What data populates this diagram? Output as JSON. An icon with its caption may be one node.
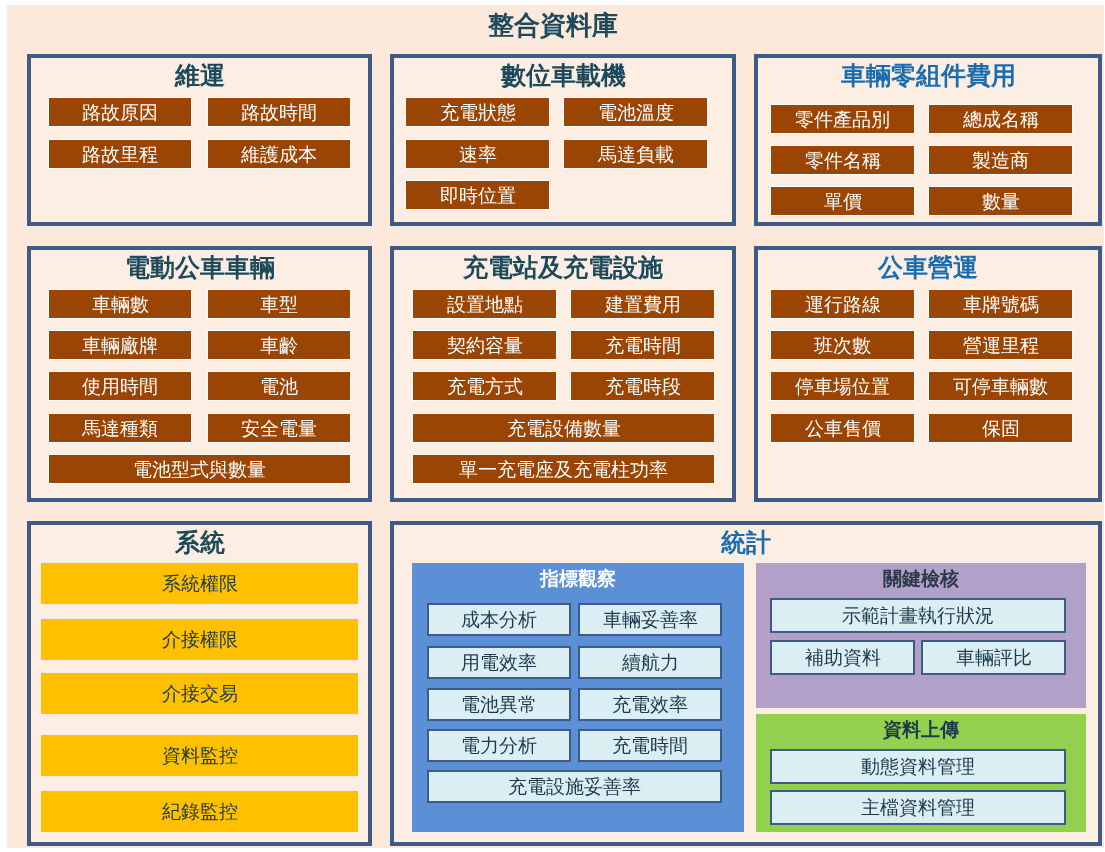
{
  "diagram": {
    "title": "整合資料庫",
    "nodes": [
      {
        "text": [
          "維運"
        ]
      },
      {
        "text": [
          "路故原因"
        ],
        "in": 0
      },
      {
        "text": [
          "路故時間"
        ],
        "in": 0
      },
      {
        "text": [
          "路故里程"
        ],
        "in": 0
      },
      {
        "text": [
          "維護成本"
        ],
        "in": 0
      },
      {
        "text": [
          "數位車載機"
        ]
      },
      {
        "text": [
          "充電狀態"
        ],
        "in": 5
      },
      {
        "text": [
          "電池溫度"
        ],
        "in": 5
      },
      {
        "text": [
          "速率"
        ],
        "in": 5
      },
      {
        "text": [
          "馬達負載"
        ],
        "in": 5
      },
      {
        "text": [
          "即時位置"
        ],
        "in": 5
      },
      {
        "text": [
          "車輛零組件費用"
        ]
      },
      {
        "text": [
          "零件產品別"
        ],
        "in": 11
      },
      {
        "text": [
          "總成名稱"
        ],
        "in": 11
      },
      {
        "text": [
          "零件名稱"
        ],
        "in": 11
      },
      {
        "text": [
          "製造商"
        ],
        "in": 11
      },
      {
        "text": [
          "單價"
        ],
        "in": 11
      },
      {
        "text": [
          "數量"
        ],
        "in": 11
      },
      {
        "text": [
          "電動公車車輛"
        ]
      },
      {
        "text": [
          "車輛數"
        ],
        "in": 18
      },
      {
        "text": [
          "車型"
        ],
        "in": 18
      },
      {
        "text": [
          "車輛廠牌"
        ],
        "in": 18
      },
      {
        "text": [
          "車齡"
        ],
        "in": 18
      },
      {
        "text": [
          "使用時間"
        ],
        "in": 18
      },
      {
        "text": [
          "電池"
        ],
        "in": 18
      },
      {
        "text": [
          "馬達種類"
        ],
        "in": 18
      },
      {
        "text": [
          "安全電量"
        ],
        "in": 18
      },
      {
        "text": [
          "電池型式與數量"
        ],
        "in": 18
      },
      {
        "text": [
          "充電站及充電設施"
        ]
      },
      {
        "text": [
          "設置地點"
        ],
        "in": 28
      },
      {
        "text": [
          "建置費用"
        ],
        "in": 28
      },
      {
        "text": [
          "契約容量"
        ],
        "in": 28
      },
      {
        "text": [
          "充電時間"
        ],
        "in": 28
      },
      {
        "text": [
          "充電方式"
        ],
        "in": 28
      },
      {
        "text": [
          "充電時段"
        ],
        "in": 28
      },
      {
        "text": [
          "充電設備數量"
        ],
        "in": 28
      },
      {
        "text": [
          "單一充電座及充電柱功率"
        ],
        "in": 28
      },
      {
        "text": [
          "公車營運"
        ]
      },
      {
        "text": [
          "運行路線"
        ],
        "in": 37
      },
      {
        "text": [
          "車牌號碼"
        ],
        "in": 37
      },
      {
        "text": [
          "班次數"
        ],
        "in": 37
      },
      {
        "text": [
          "營運里程"
        ],
        "in": 37
      },
      {
        "text": [
          "停車場位置"
        ],
        "in": 37
      },
      {
        "text": [
          "可停車輛數"
        ],
        "in": 37
      },
      {
        "text": [
          "公車售價"
        ],
        "in": 37
      },
      {
        "text": [
          "保固"
        ],
        "in": 37
      },
      {
        "text": [
          "系統"
        ]
      },
      {
        "text": [
          "系統權限"
        ],
        "in": 46
      },
      {
        "text": [
          "介接權限"
        ],
        "in": 46
      },
      {
        "text": [
          "介接交易"
        ],
        "in": 46
      },
      {
        "text": [
          "資料監控"
        ],
        "in": 46
      },
      {
        "text": [
          "紀錄監控"
        ],
        "in": 46
      },
      {
        "text": [
          "統計"
        ]
      },
      {
        "text": [
          "指標觀察"
        ],
        "in": 52
      },
      {
        "text": [
          "成本分析"
        ],
        "in": 53
      },
      {
        "text": [
          "車輛妥善率"
        ],
        "in": 53
      },
      {
        "text": [
          "用電效率"
        ],
        "in": 53
      },
      {
        "text": [
          "續航力"
        ],
        "in": 53
      },
      {
        "text": [
          "電池異常"
        ],
        "in": 53
      },
      {
        "text": [
          "充電效率"
        ],
        "in": 53
      },
      {
        "text": [
          "電力分析"
        ],
        "in": 53
      },
      {
        "text": [
          "充電時間"
        ],
        "in": 53
      },
      {
        "text": [
          "充電設施妥善率"
        ],
        "in": 53
      },
      {
        "text": [
          "關鍵檢核"
        ],
        "in": 52
      },
      {
        "text": [
          "示範計畫執行狀況"
        ],
        "in": 63
      },
      {
        "text": [
          "補助資料"
        ],
        "in": 63
      },
      {
        "text": [
          "車輛評比"
        ],
        "in": 63
      },
      {
        "text": [
          "資料上傳"
        ],
        "in": 52
      },
      {
        "text": [
          "動態資料管理"
        ],
        "in": 67
      },
      {
        "text": [
          "主檔資料管理"
        ],
        "in": 67
      }
    ]
  }
}
